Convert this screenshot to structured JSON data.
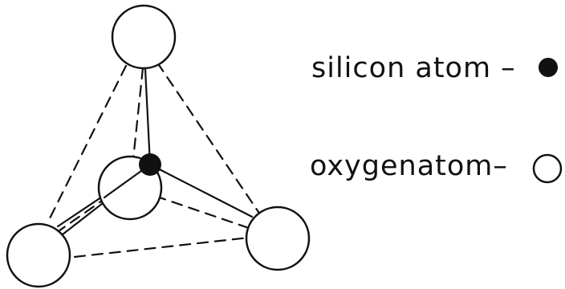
{
  "legend": {
    "silicon_label": "silicon atom  –",
    "oxygen_label": "oxygenatom–",
    "silicon_symbol": "filled-circle",
    "oxygen_symbol": "open-circle"
  },
  "colors": {
    "ink": "#111111",
    "background": "#ffffff",
    "silicon_fill": "#111111",
    "oxygen_fill": "#ffffff"
  }
}
